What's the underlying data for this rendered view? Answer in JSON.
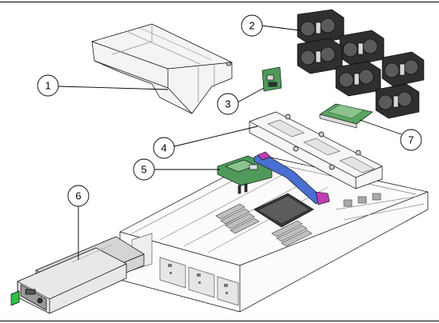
{
  "callouts": [
    {
      "number": "1",
      "part": "air-duct"
    },
    {
      "number": "2",
      "part": "fan-modules"
    },
    {
      "number": "3",
      "part": "fan-connector-board"
    },
    {
      "number": "4",
      "part": "fan-tray-carrier"
    },
    {
      "number": "5",
      "part": "paddle-board-and-cable"
    },
    {
      "number": "6",
      "part": "power-supplies"
    },
    {
      "number": "7",
      "part": "memory-riser-card"
    }
  ],
  "colors": {
    "line": "#000000",
    "board_green": "#4f9a5a",
    "board_light": "#8bc28e",
    "cable_blue": "#4a6fd0",
    "cable_magenta": "#c03fb3",
    "psu_green_led": "#2fbf4a",
    "metal_light": "#f2f2f2",
    "metal_mid": "#cfcfcf",
    "metal_dark": "#9a9a9a",
    "fan_dark": "#2f2f2f"
  }
}
